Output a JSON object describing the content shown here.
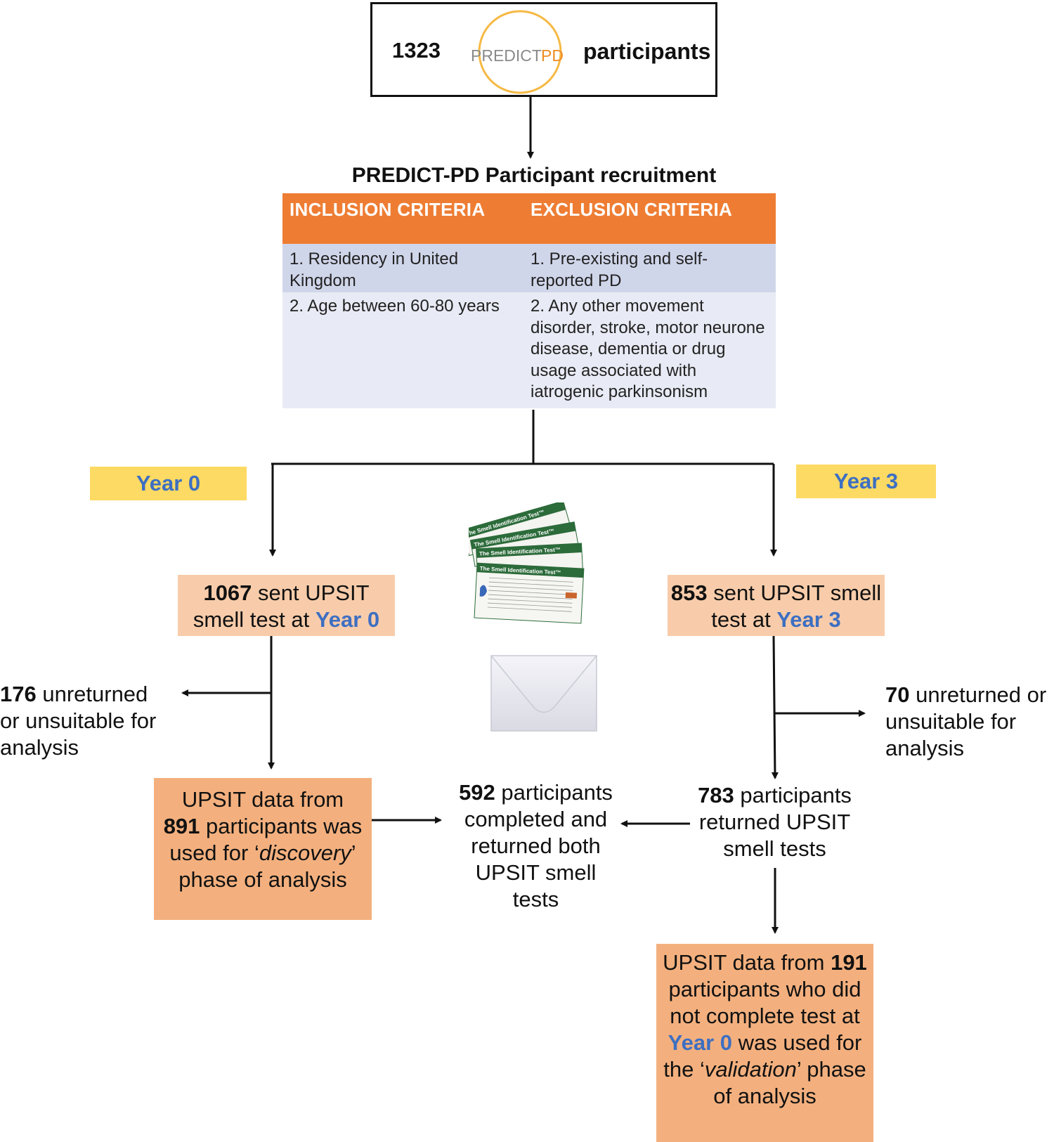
{
  "top": {
    "count": "1323",
    "logo_text_a": "PREDICT",
    "logo_text_b": "PD",
    "label": "participants"
  },
  "recruitment": {
    "title": "PREDICT-PD Participant recruitment",
    "inclusion_header": "INCLUSION CRITERIA",
    "exclusion_header": "EXCLUSION CRITERIA",
    "inclusion": [
      "1. Residency in United Kingdom",
      "2. Age between 60-80 years"
    ],
    "exclusion": [
      "1. Pre-existing and self-reported PD",
      "2. Any other movement disorder, stroke, motor neurone disease, dementia or drug usage associated with iatrogenic parkinsonism"
    ]
  },
  "year0": {
    "tag": "Year 0",
    "sent_count": "1067",
    "sent_text": " sent UPSIT smell test at ",
    "sent_year": "Year 0",
    "unreturned_count": "176",
    "unreturned_text": " unreturned or unsuitable for analysis",
    "discovery_pre": "UPSIT data from ",
    "discovery_count": "891",
    "discovery_mid": " participants was used for ‘",
    "discovery_word": "discovery",
    "discovery_post": "’ phase of analysis"
  },
  "year3": {
    "tag": "Year 3",
    "sent_count": "853",
    "sent_text": " sent UPSIT smell test at ",
    "sent_year": "Year 3",
    "unreturned_count": "70",
    "unreturned_text": " unreturned or unsuitable for analysis",
    "returned_count": "783",
    "returned_text": " participants returned UPSIT smell tests",
    "validation_pre": "UPSIT data from ",
    "validation_count": "191",
    "validation_mid": " participants who did not complete test at ",
    "validation_year": "Year 0",
    "validation_mid2": " was used for the ‘",
    "validation_word": "validation",
    "validation_post": "’ phase of analysis"
  },
  "both": {
    "count": "592",
    "text": " participants completed and returned both UPSIT smell tests"
  },
  "kit": {
    "card_label": "The Smell Identification Test™"
  },
  "colors": {
    "orange_header": "#ee7d33",
    "year_tag": "#fdda63",
    "year_text": "#3d6fc2",
    "peach_box": "#f8ccaa",
    "orange_box": "#f3b07e"
  }
}
